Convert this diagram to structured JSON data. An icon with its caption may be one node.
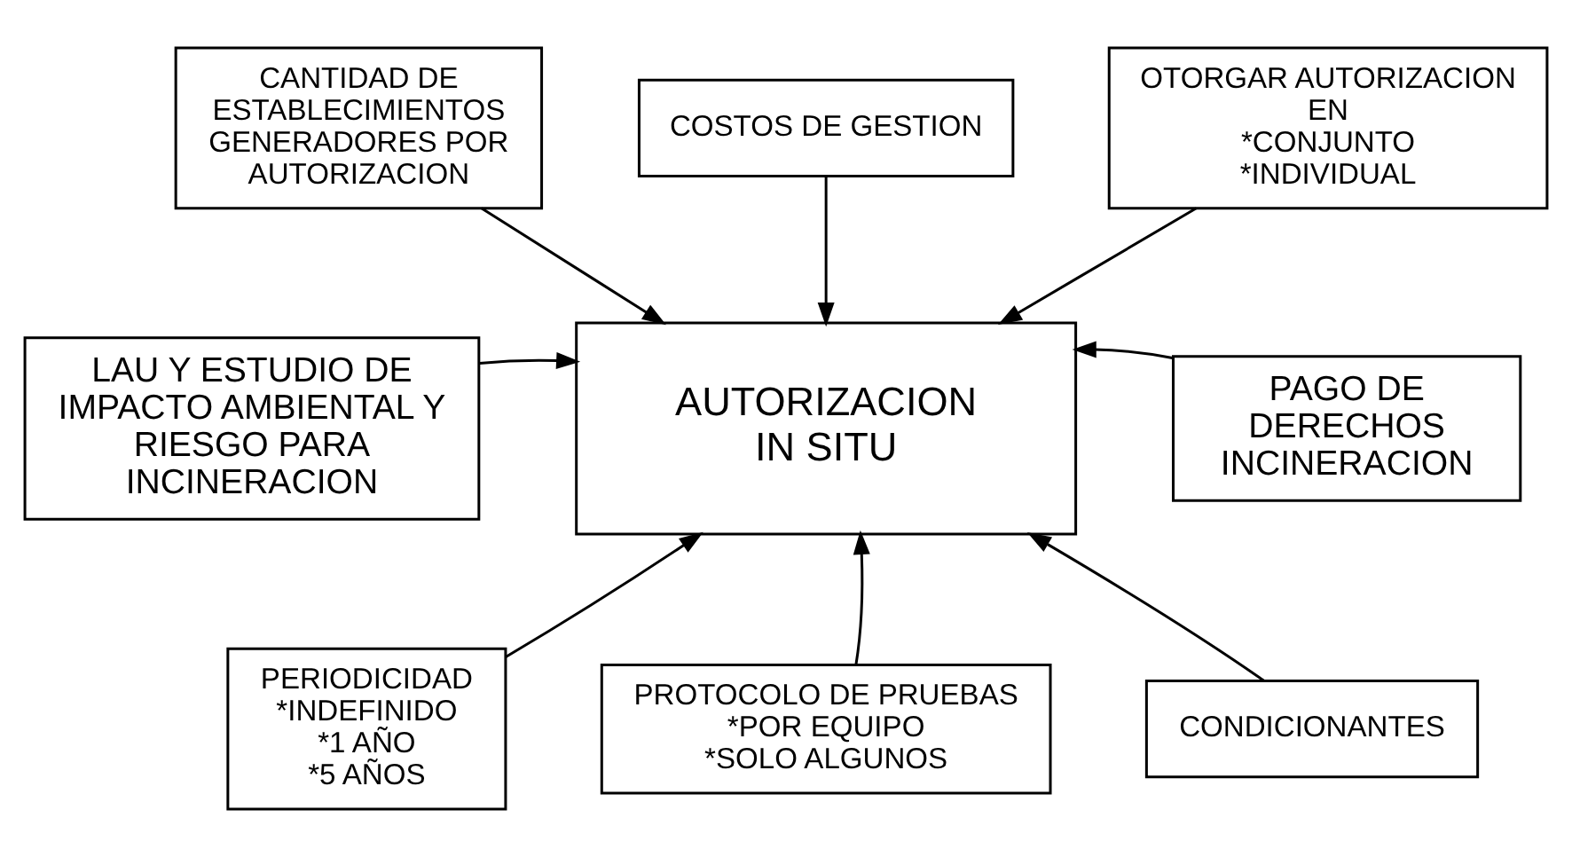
{
  "diagram": {
    "nodes": [
      {
        "text": [
          "CANTIDAD DE ESTABLECIMIENTOS GENERADORES POR AUTORIZACION"
        ]
      },
      {
        "text": [
          "COSTOS DE GESTION"
        ]
      },
      {
        "text": [
          "OTORGAR AUTORIZACION EN",
          "*CONJUNTO",
          "*INDIVIDUAL"
        ]
      },
      {
        "text": [
          "LAU Y ESTUDIO DE IMPACTO AMBIENTAL Y RIESGO PARA INCINERACION"
        ]
      },
      {
        "text": [
          "AUTORIZACION IN SITU"
        ]
      },
      {
        "text": [
          "PAGO DE DERECHOS INCINERACION"
        ]
      },
      {
        "text": [
          "PERIODICIDAD",
          "*INDEFINIDO",
          "*1 AÑO",
          "*5 AÑOS"
        ]
      },
      {
        "text": [
          "PROTOCOLO DE PRUEBAS",
          "*POR EQUIPO",
          "*SOLO ALGUNOS"
        ]
      },
      {
        "text": [
          "CONDICIONANTES"
        ]
      }
    ],
    "edges": [
      {
        "from": 0,
        "to": 4,
        "arrow": "to"
      },
      {
        "from": 1,
        "to": 4,
        "arrow": "to"
      },
      {
        "from": 2,
        "to": 4,
        "arrow": "to"
      },
      {
        "from": 3,
        "to": 4,
        "arrow": "to"
      },
      {
        "from": 5,
        "to": 4,
        "arrow": "to"
      },
      {
        "from": 6,
        "to": 4,
        "arrow": "to"
      },
      {
        "from": 7,
        "to": 4,
        "arrow": "to"
      },
      {
        "from": 8,
        "to": 4,
        "arrow": "to"
      }
    ]
  }
}
